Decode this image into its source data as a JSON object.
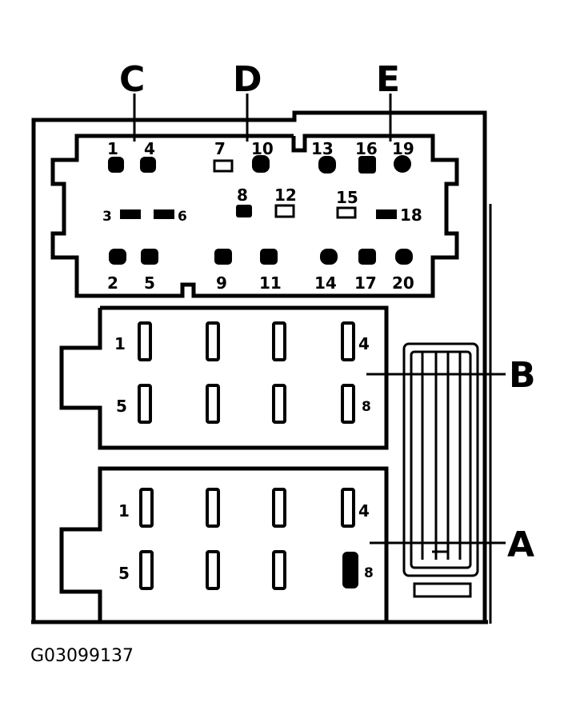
{
  "callouts": {
    "c": "C",
    "d": "D",
    "e": "E",
    "b": "B",
    "a": "A"
  },
  "upper_connector": {
    "top_row_labels": [
      "1",
      "4",
      "7",
      "10",
      "13",
      "16",
      "19"
    ],
    "middle_row_labels": [
      "3",
      "6",
      "8",
      "12",
      "15",
      "18"
    ],
    "bottom_row_labels": [
      "2",
      "5",
      "9",
      "11",
      "14",
      "17",
      "20"
    ]
  },
  "connector_b": {
    "top_left": "1",
    "top_right": "4",
    "bottom_left": "5",
    "bottom_right": "8"
  },
  "connector_a": {
    "top_left": "1",
    "top_right": "4",
    "bottom_left": "5",
    "bottom_right": "8"
  },
  "figure_id": "G03099137"
}
